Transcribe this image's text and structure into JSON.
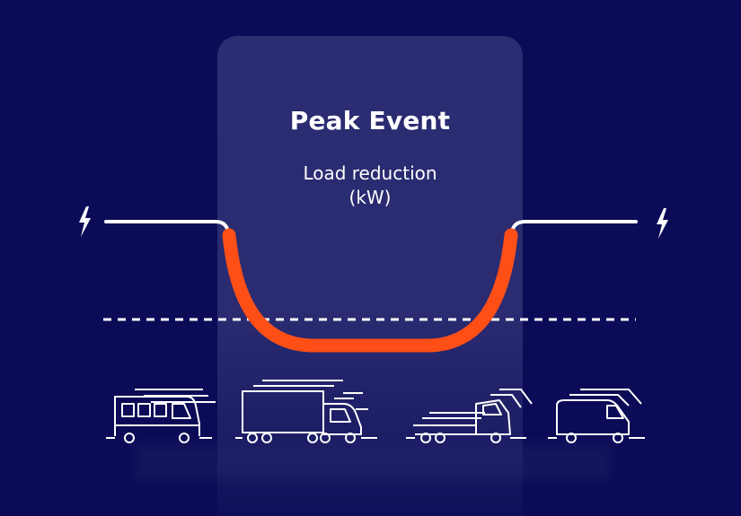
{
  "event": {
    "title": "Peak Event",
    "subtitle_line1": "Load reduction",
    "subtitle_line2": "(kW)"
  },
  "icons": {
    "left": "lightning-bolt-icon",
    "right": "lightning-bolt-icon",
    "vehicles": [
      "bus-icon",
      "box-truck-icon",
      "flatbed-truck-icon",
      "van-icon"
    ]
  },
  "colors": {
    "background": "#0b0b57",
    "panel": "#2b2c72",
    "load_curve": "#ff4f17",
    "line": "#ffffff"
  }
}
